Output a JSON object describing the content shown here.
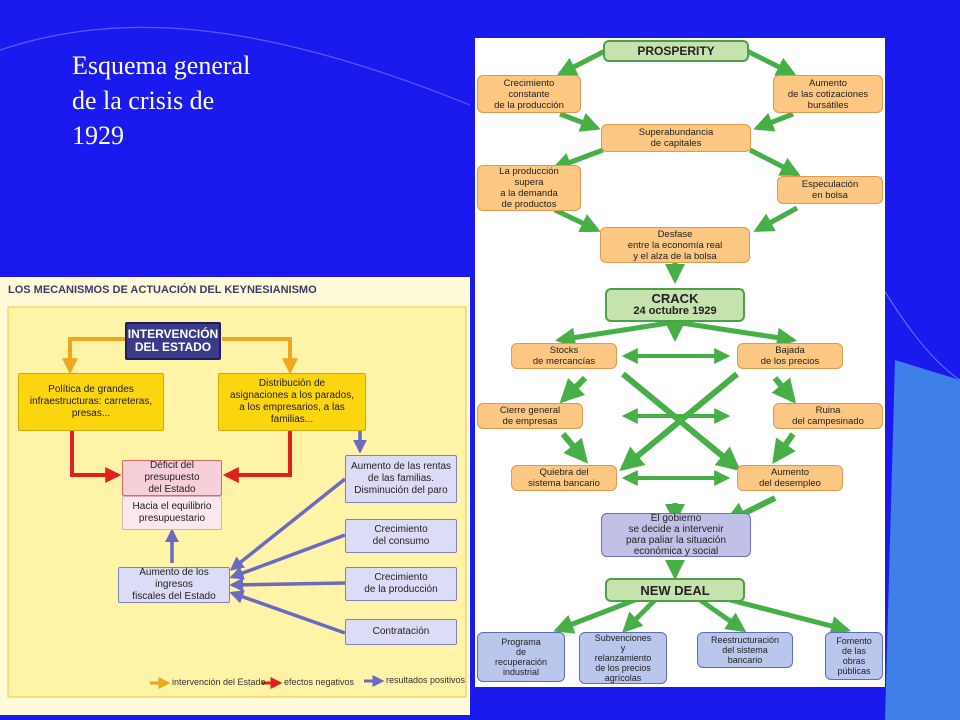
{
  "slide": {
    "title_lines": [
      "Esquema general",
      "de la crisis de",
      "1929"
    ]
  },
  "right_diagram": {
    "prosperity": "PROSPERITY",
    "crecimiento": [
      "Crecimiento",
      "constante",
      "de la producción"
    ],
    "aumento_cotizaciones": [
      "Aumento",
      "de las cotizaciones",
      "bursátiles"
    ],
    "superabundancia": [
      "Superabundancia",
      "de capitales"
    ],
    "produccion_supera": [
      "La producción",
      "supera",
      "a la demanda",
      "de productos"
    ],
    "especulacion": [
      "Especulación",
      "en bolsa"
    ],
    "desfase": [
      "Desfase",
      "entre la economía real",
      "y el alza de la bolsa"
    ],
    "crack": [
      "CRACK",
      "24 octubre 1929"
    ],
    "stocks": [
      "Stocks",
      "de mercancías"
    ],
    "bajada_precios": [
      "Bajada",
      "de los precios"
    ],
    "cierre_empresas": [
      "Cierre general",
      "de empresas"
    ],
    "ruina_campesinado": [
      "Ruina",
      "del campesinado"
    ],
    "quiebra_bancario": [
      "Quiebra del",
      "sistema bancario"
    ],
    "aumento_desempleo": [
      "Aumento",
      "del desempleo"
    ],
    "gobierno": [
      "El gobierno",
      "se decide a intervenir",
      "para paliar la situación",
      "económica y social"
    ],
    "new_deal": "NEW DEAL",
    "programa": [
      "Programa",
      "de",
      "recuperación",
      "industrial"
    ],
    "subvenciones": [
      "Subvenciones",
      "y",
      "relanzamiento",
      "de los precios",
      "agrícolas"
    ],
    "reestructuracion": [
      "Reestructuración",
      "del sistema",
      "bancario"
    ],
    "fomento": [
      "Fomento",
      "de las",
      "obras",
      "públicas"
    ]
  },
  "left_diagram": {
    "heading": "LOS MECANISMOS DE ACTUACIÓN DEL KEYNESIANISMO",
    "intervencion": [
      "INTERVENCIÓN",
      "DEL ESTADO"
    ],
    "politica": [
      "Política de grandes",
      "infraestructuras: carreteras,",
      "presas..."
    ],
    "distribucion": [
      "Distribución de",
      "asignaciones a los parados,",
      "a los empresarios, a las familias..."
    ],
    "deficit": [
      "Déficit del presupuesto",
      "del Estado"
    ],
    "equilibrio": [
      "Hacia el equilibrio",
      "presupuestario"
    ],
    "aumento_rentas": [
      "Aumento de las rentas",
      "de las familias.",
      "Disminución del paro"
    ],
    "crecimiento_consumo": [
      "Crecimiento",
      "del consumo"
    ],
    "crecimiento_produccion": [
      "Crecimiento",
      "de la producción"
    ],
    "contratacion": "Contratación",
    "ingresos": [
      "Aumento de los ingresos",
      "fiscales del Estado"
    ],
    "legend": {
      "intervencion": "intervención del Estado",
      "negativos": "efectos negativos",
      "positivos": "resultados positivos"
    }
  },
  "colors": {
    "background": "#1a1aee",
    "green_arrow": "#46b046",
    "orange_arrow": "#f0a61e",
    "red_arrow": "#e0201a",
    "blue_arrow": "#6a6ac0"
  }
}
